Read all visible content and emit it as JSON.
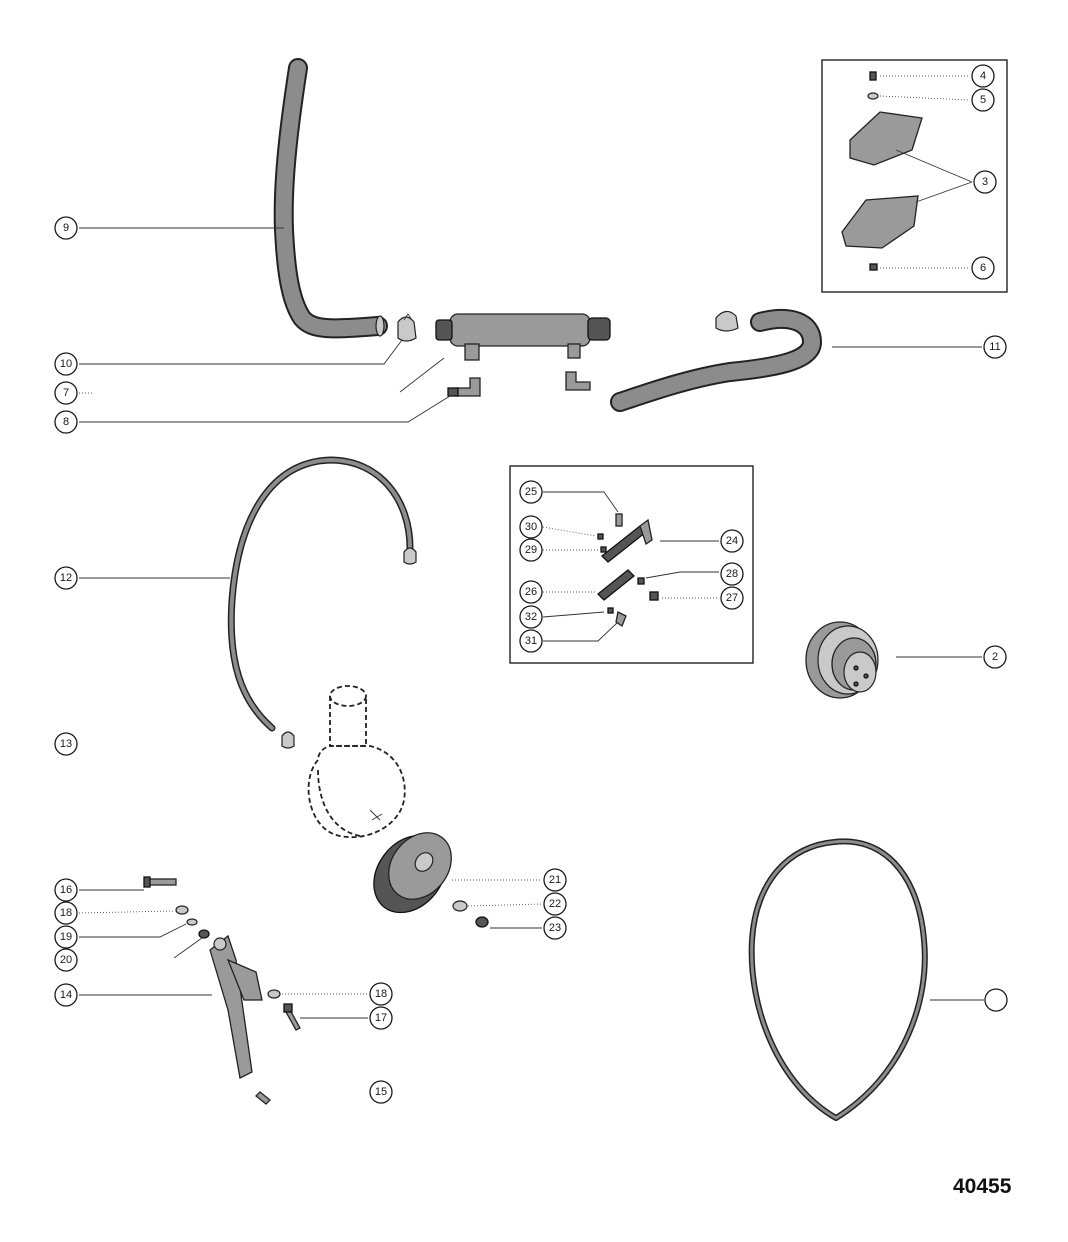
{
  "figure_number": "40455",
  "callouts": [
    {
      "id": "c1",
      "label": ""
    },
    {
      "id": "c2",
      "label": "2"
    },
    {
      "id": "c3",
      "label": "3"
    },
    {
      "id": "c4",
      "label": "4"
    },
    {
      "id": "c5",
      "label": "5"
    },
    {
      "id": "c6",
      "label": "6"
    },
    {
      "id": "c7",
      "label": "7"
    },
    {
      "id": "c8",
      "label": "8"
    },
    {
      "id": "c9",
      "label": "9"
    },
    {
      "id": "c10",
      "label": "10"
    },
    {
      "id": "c11",
      "label": "11"
    },
    {
      "id": "c12",
      "label": "12"
    },
    {
      "id": "c13",
      "label": "13"
    },
    {
      "id": "c14",
      "label": "14"
    },
    {
      "id": "c15",
      "label": "15"
    },
    {
      "id": "c16",
      "label": "16"
    },
    {
      "id": "c17",
      "label": "17"
    },
    {
      "id": "c18a",
      "label": "18"
    },
    {
      "id": "c18b",
      "label": "18"
    },
    {
      "id": "c19",
      "label": "19"
    },
    {
      "id": "c20",
      "label": "20"
    },
    {
      "id": "c21",
      "label": "21"
    },
    {
      "id": "c22",
      "label": "22"
    },
    {
      "id": "c23",
      "label": "23"
    },
    {
      "id": "c24",
      "label": "24"
    },
    {
      "id": "c25",
      "label": "25"
    },
    {
      "id": "c26",
      "label": "26"
    },
    {
      "id": "c27",
      "label": "27"
    },
    {
      "id": "c28",
      "label": "28"
    },
    {
      "id": "c29",
      "label": "29"
    },
    {
      "id": "c30",
      "label": "30"
    },
    {
      "id": "c31",
      "label": "31"
    },
    {
      "id": "c32",
      "label": "32"
    }
  ]
}
